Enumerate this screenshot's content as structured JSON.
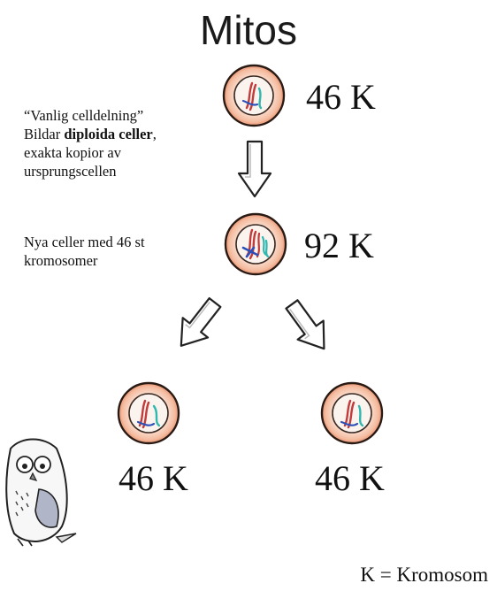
{
  "title": "Mitos",
  "description": {
    "line1": "“Vanlig celldelning”",
    "line2_pre": "Bildar ",
    "line2_bold1": "diploida",
    "line2_bold2": "celler",
    "line2_post": ",",
    "line3": "exakta kopior av",
    "line4": "ursprungscellen"
  },
  "note": {
    "line1": "Nya celler med 46 st",
    "line2": "kromosomer"
  },
  "cells": {
    "parent_count": "46 K",
    "duplicated_count": "92 K",
    "daughter_left_count": "46 K",
    "daughter_right_count": "46 K"
  },
  "legend": "K = Kromosom",
  "colors": {
    "cell_outer": "#f7cbb0",
    "cell_inner": "#fbe6da",
    "chromosome_red": "#c23a3a",
    "chromosome_blue": "#2c4fb8",
    "chromosome_teal": "#2fb7b0"
  }
}
